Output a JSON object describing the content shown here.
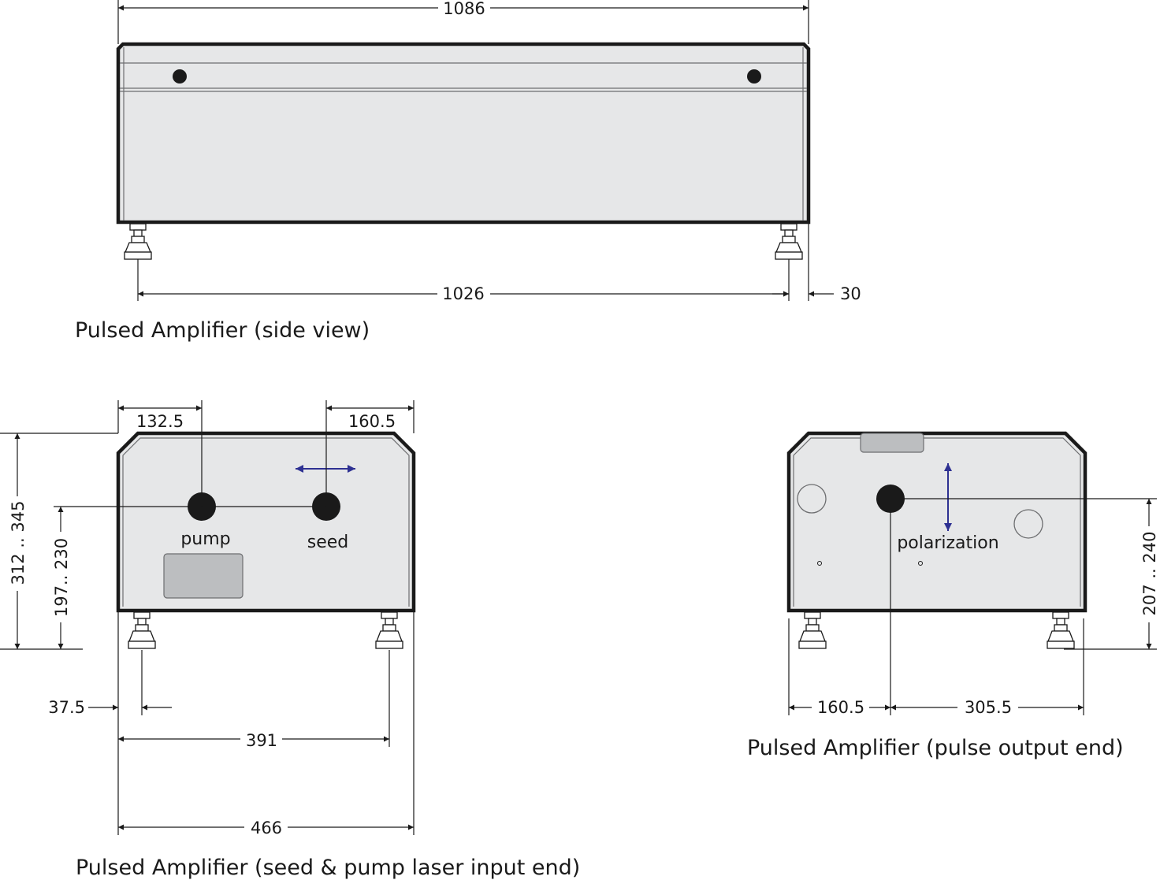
{
  "side_view": {
    "caption": "Pulsed Amplifier (side view)",
    "dim_total_length": "1086",
    "dim_feet_spacing": "1026",
    "dim_foot_offset": "30"
  },
  "input_end": {
    "caption": "Pulsed Amplifier (seed & pump laser input end)",
    "pump_label": "pump",
    "seed_label": "seed",
    "dim_pump_from_left": "132.5",
    "dim_seed_from_right": "160.5",
    "dim_height_range": "312 .. 345",
    "dim_beam_height_range": "197.. 230",
    "dim_foot_inset": "37.5",
    "dim_feet_spacing": "391",
    "dim_width": "466"
  },
  "output_end": {
    "caption": "Pulsed Amplifier (pulse output end)",
    "polarization_label": "polarization",
    "dim_beam_from_left": "160.5",
    "dim_beam_to_right": "305.5",
    "dim_beam_height_range": "207 .. 240"
  },
  "colors": {
    "housing": "#e6e7e8",
    "outline": "#1a1a1a",
    "polarization_arrow": "#2e3192",
    "panel": "#bcbec0"
  }
}
